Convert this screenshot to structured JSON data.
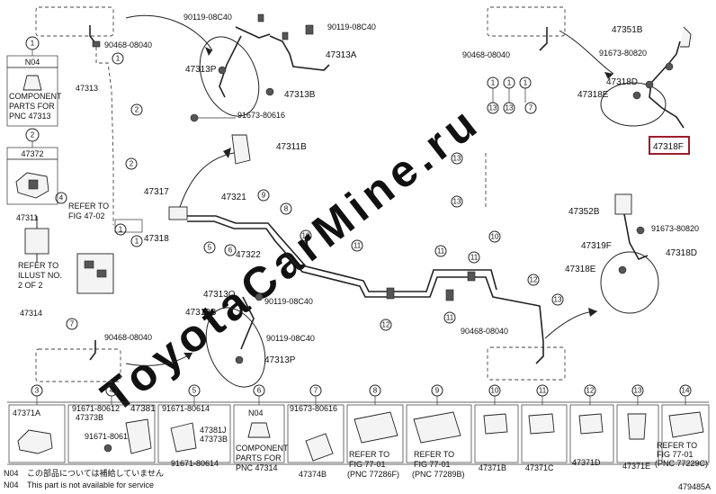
{
  "watermark": "ToyotaCarMine.ru",
  "image_code": "479485A",
  "left_column": {
    "c1": "1",
    "c1_code": "N04",
    "c1_note": [
      "COMPONENT",
      "PARTS FOR",
      "PNC 47313"
    ],
    "c2": "2",
    "c2_part": "47372",
    "c4": "4",
    "p47311": "47311",
    "refer_illus": [
      "REFER TO",
      "ILLUST NO.",
      "2 OF 2"
    ],
    "refer_fig": [
      "REFER TO",
      "FIG 47-02"
    ],
    "p47313": "47313",
    "p47314": "47314",
    "p90468_top": "90468-08040",
    "p90468_bot": "90468-08040"
  },
  "top_callouts": {
    "p90119_a": "90119-08C40",
    "p90119_b": "90119-08C40",
    "p47313P": "47313P",
    "p47313A": "47313A",
    "p47313B": "47313B",
    "p91673": "91673-80616",
    "p47311B": "47311B",
    "p47317": "47317",
    "p47321": "47321",
    "p47322": "47322",
    "p47318": "47318"
  },
  "right_top": {
    "p47351B": "47351B",
    "p91673_80820": "91673-80820",
    "p90468": "90468-08040",
    "p47318D": "47318D",
    "p47318E": "47318E",
    "p47318F": "47318F",
    "highlight_color": "#9c1c2c"
  },
  "right_mid": {
    "p47352B": "47352B",
    "p91673_80820": "91673-80820",
    "p47319F": "47319F",
    "p47318D": "47318D",
    "p47318E": "47318E",
    "p90468": "90468-08040"
  },
  "bottom_left_callouts": {
    "p47313Q": "47313Q",
    "p47313B": "47313B",
    "p90119_a": "90119-08C40",
    "p90119_b": "90119-08C40",
    "p47313P": "47313P"
  },
  "bottom_grid": [
    {
      "num": "3",
      "lines": [
        "47371A"
      ]
    },
    {
      "num": "4",
      "lines": [
        "91671-80612",
        "47373B",
        "47381",
        "91671-80612"
      ]
    },
    {
      "num": "5",
      "lines": [
        "91671-80614",
        "47381J",
        "47373B",
        "91671-80614"
      ]
    },
    {
      "num": "6",
      "lines": [
        "N04",
        "COMPONENT",
        "PARTS FOR",
        "PNC 47314"
      ]
    },
    {
      "num": "7",
      "lines": [
        "91673-80616",
        "47374B"
      ]
    },
    {
      "num": "8",
      "lines": [
        "REFER TO",
        "FIG 77-01",
        "(PNC 77286F)"
      ]
    },
    {
      "num": "9",
      "lines": [
        "REFER TO",
        "FIG 77-01",
        "(PNC 77289B)"
      ]
    },
    {
      "num": "10",
      "lines": [
        "47371B"
      ]
    },
    {
      "num": "11",
      "lines": [
        "47371C"
      ]
    },
    {
      "num": "12",
      "lines": [
        "47371D"
      ]
    },
    {
      "num": "13",
      "lines": [
        "47371E"
      ]
    },
    {
      "num": "14",
      "lines": [
        "REFER TO",
        "FIG 77-01",
        "(PNC 77229C)"
      ]
    }
  ],
  "footnotes": [
    {
      "code": "N04",
      "text": "この部品については補給していません"
    },
    {
      "code": "N04",
      "text": "This part is not available for service"
    }
  ]
}
